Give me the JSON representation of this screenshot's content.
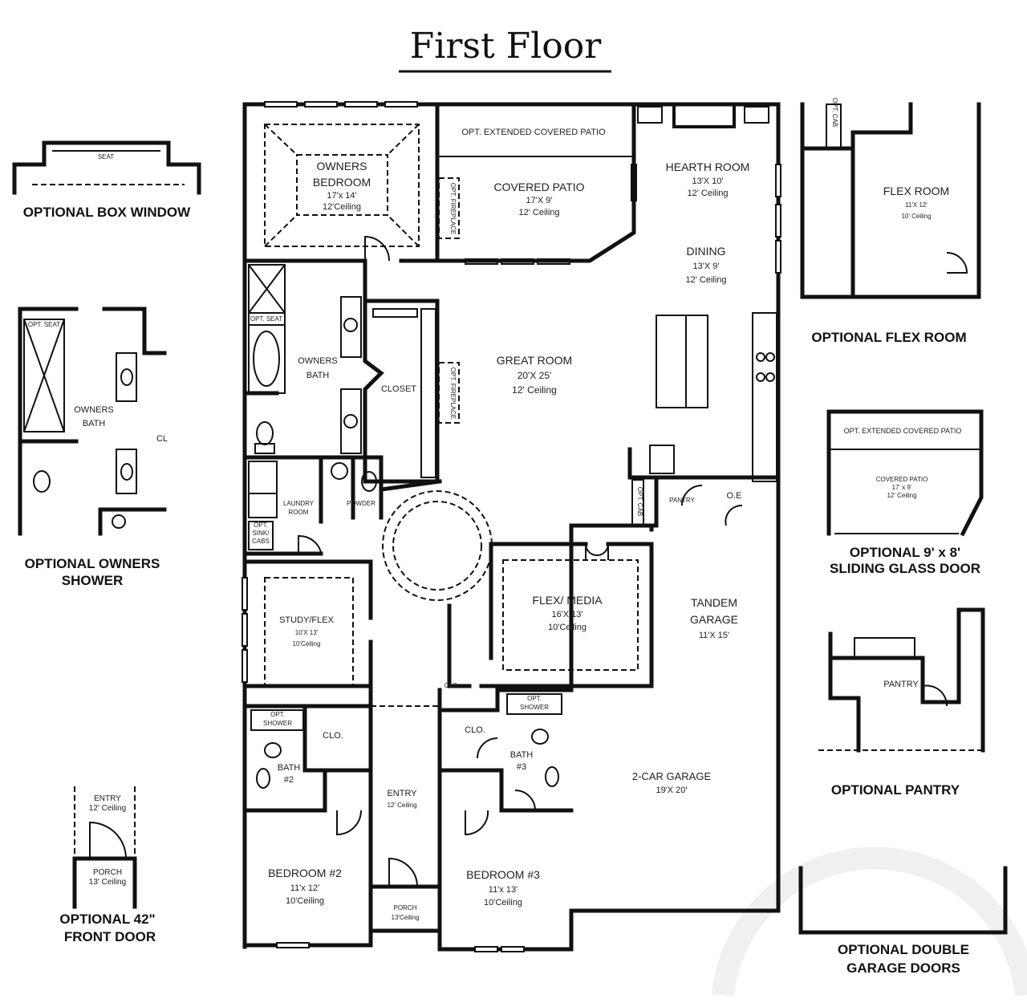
{
  "title": "First Floor",
  "rooms": {
    "owners_bedroom": [
      "OWNERS",
      "BEDROOM",
      "17'x 14'",
      "12'Ceiling"
    ],
    "ext_patio": [
      "OPT. EXTENDED COVERED PATIO"
    ],
    "covered_patio": [
      "COVERED PATIO",
      "17'X 9'",
      "12' Ceiling"
    ],
    "hearth_room": [
      "HEARTH ROOM",
      "13'X 10'",
      "12' Ceiling"
    ],
    "dining": [
      "DINING",
      "13'X 9'",
      "12' Ceiling"
    ],
    "great_room": [
      "GREAT ROOM",
      "20'X 25'",
      "12' Ceiling"
    ],
    "owners_bath": [
      "OWNERS",
      "BATH"
    ],
    "closet": [
      "CLOSET"
    ],
    "laundry": [
      "LAUNDRY",
      "ROOM"
    ],
    "powder": [
      "POWDER"
    ],
    "pantry": [
      "PANTRY"
    ],
    "oe": [
      "O.E"
    ],
    "study": [
      "STUDY/FLEX",
      "10'X 13'",
      "10'Ceiling"
    ],
    "flex_media": [
      "FLEX/ MEDIA",
      "16'X 13'",
      "10'Ceiling"
    ],
    "tandem_garage": [
      "TANDEM",
      "GARAGE",
      "11'X 15'"
    ],
    "garage": [
      "2-CAR GARAGE",
      "19'X 20'"
    ],
    "bath2": [
      "BATH",
      "#2"
    ],
    "bath3": [
      "BATH",
      "#3"
    ],
    "clo": [
      "CLO."
    ],
    "entry": [
      "ENTRY",
      "12' Ceiling"
    ],
    "porch": [
      "PORCH",
      "13'Ceiling"
    ],
    "bedroom2": [
      "BEDROOM #2",
      "11'x 12'",
      "10'Ceiling"
    ],
    "bedroom3": [
      "BEDROOM #3",
      "11'x 13'",
      "10'Ceiling"
    ],
    "opt_shower": [
      "OPT.",
      "SHOWER"
    ],
    "opt_seat": "OPT. SEAT",
    "opt_cab": "OPT. CAB",
    "opt_fireplace": "OPT. FIREPLACE",
    "opt_sink": [
      "OPT.",
      "SINK/",
      "CABS"
    ]
  },
  "insets": {
    "box_window": {
      "caption": "OPTIONAL BOX WINDOW",
      "seat": "SEAT"
    },
    "owners_shower": {
      "caption": [
        "OPTIONAL OWNERS",
        "SHOWER"
      ],
      "room": [
        "OWNERS",
        "BATH"
      ],
      "seat": "OPT. SEAT",
      "cl": "CL"
    },
    "flex_room": {
      "caption": "OPTIONAL FLEX ROOM",
      "room": [
        "FLEX ROOM",
        "11'X 12'",
        "10' Ceiling"
      ],
      "cab": "OPT. CAB"
    },
    "sliding_door": {
      "caption": [
        "OPTIONAL 9' x 8'",
        "SLIDING GLASS DOOR"
      ],
      "ext": "OPT. EXTENDED COVERED PATIO",
      "room": [
        "COVERED PATIO",
        "17' x 9'",
        "12' Ceiling"
      ]
    },
    "pantry": {
      "caption": "OPTIONAL PANTRY",
      "room": "PANTRY"
    },
    "front_door": {
      "caption": [
        "OPTIONAL 42\"",
        "FRONT DOOR"
      ],
      "entry": [
        "ENTRY",
        "12' Ceiling"
      ],
      "porch": [
        "PORCH",
        "13' Ceiling"
      ]
    },
    "garage_doors": {
      "caption": [
        "OPTIONAL DOUBLE",
        "GARAGE DOORS"
      ]
    }
  }
}
